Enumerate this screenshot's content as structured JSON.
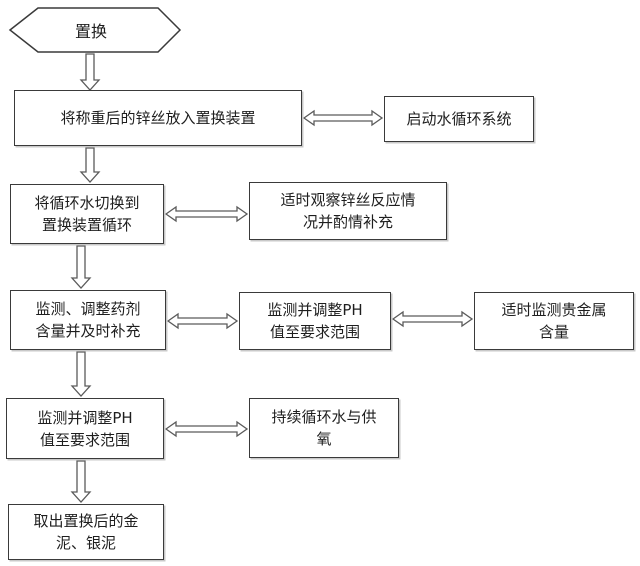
{
  "start": {
    "label": "置换"
  },
  "steps": {
    "s1": "将称重后的锌丝放入置换装置",
    "s1_side": "启动水循环系统",
    "s2": "将循环水切换到\n置换装置循环",
    "s2_side": "适时观察锌丝反应情\n况并酌情补充",
    "s3": "监测、调整药剂\n含量并及时补充",
    "s3_mid": "监测并调整PH\n值至要求范围",
    "s3_right": "适时监测贵金属\n含量",
    "s4": "监测并调整PH\n值至要求范围",
    "s4_side": "持续循环水与供\n氧",
    "s5": "取出置换后的金\n泥、银泥"
  },
  "colors": {
    "border": "#3a3a3a",
    "text": "#1e1e1e",
    "arrow": "#5a5a5a"
  }
}
